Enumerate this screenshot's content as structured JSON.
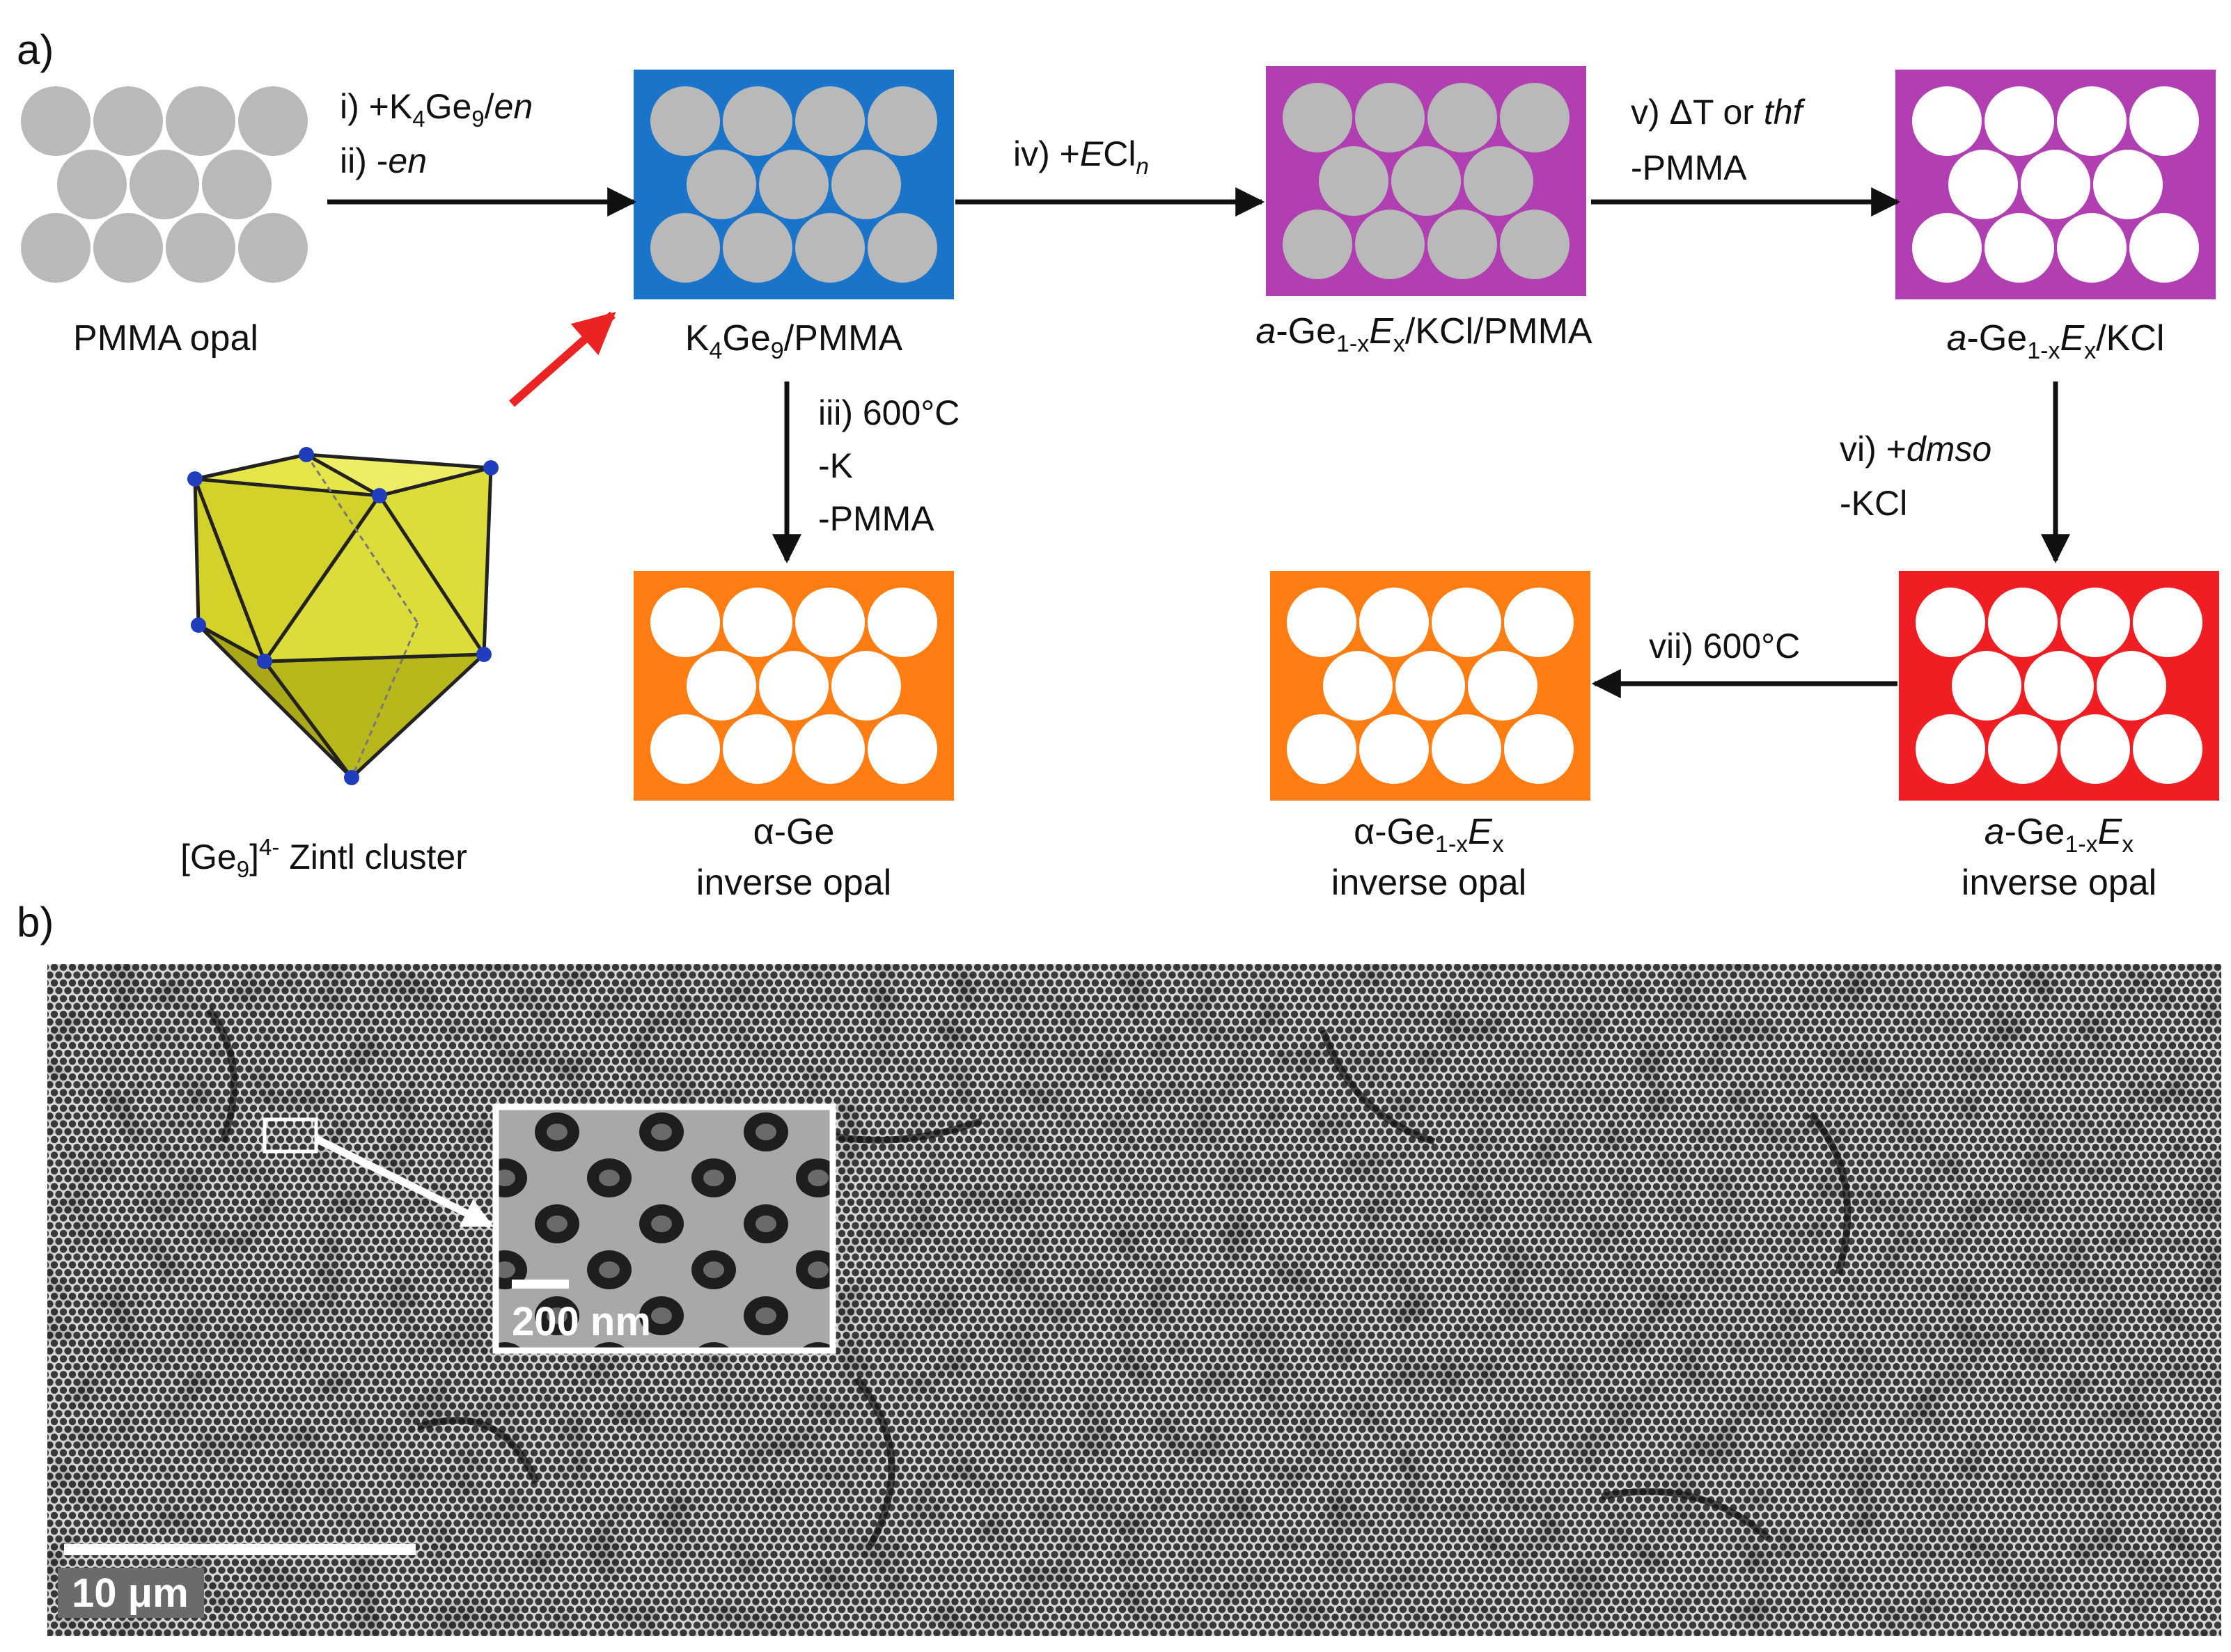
{
  "panel_a": {
    "label": "a)",
    "colors": {
      "sphere": "#b9b9b9",
      "void": "#ffffff",
      "blue": "#1a74c9",
      "magenta": "#b13fb1",
      "orange": "#ff7d12",
      "red": "#f01e22",
      "highlight_arrow": "#ec2323"
    },
    "boxes": {
      "pmma_opal": {
        "label": "PMMA opal"
      },
      "k4ge9_pmma": {
        "label_parts": [
          "K",
          "4",
          "Ge",
          "9",
          "/PMMA"
        ]
      },
      "ge_kcl_pmma": {
        "label_parts": [
          "a",
          "-Ge",
          "1-x",
          "E",
          "x",
          "/KCl/PMMA"
        ]
      },
      "ge_kcl": {
        "label_parts": [
          "a",
          "-Ge",
          "1-x",
          "E",
          "x",
          "/KCl"
        ]
      },
      "alpha_ge": {
        "line1": "α-Ge",
        "line2": "inverse opal"
      },
      "alpha_gex": {
        "line1_parts": [
          "α-Ge",
          "1-x",
          "E",
          "x"
        ],
        "line2": "inverse opal"
      },
      "a_gex": {
        "line1_parts": [
          "a",
          "-Ge",
          "1-x",
          "E",
          "x"
        ],
        "line2": "inverse opal"
      }
    },
    "steps": {
      "s1_parts": [
        "i) +K",
        "4",
        "Ge",
        "9",
        "/",
        "en"
      ],
      "s2_parts": [
        "ii) -",
        "en"
      ],
      "s3": [
        "iii) 600°C",
        "-K",
        "-PMMA"
      ],
      "s4_parts": [
        "iv) +",
        "E",
        "Cl",
        "n"
      ],
      "s5_parts": [
        "v) ΔT or ",
        "thf"
      ],
      "s5_line2": "-PMMA",
      "s6_parts": [
        "vi) +",
        "dmso"
      ],
      "s6_line2": "-KCl",
      "s7": "vii) 600°C"
    },
    "cluster": {
      "label_parts": [
        "[Ge",
        "9",
        "]",
        "4-",
        " Zintl cluster"
      ],
      "fill": "#d2d22a",
      "vertex": "#1f3dbd"
    }
  },
  "panel_b": {
    "label": "b)",
    "inset_scale": "200 nm",
    "main_scale": "10 μm"
  }
}
